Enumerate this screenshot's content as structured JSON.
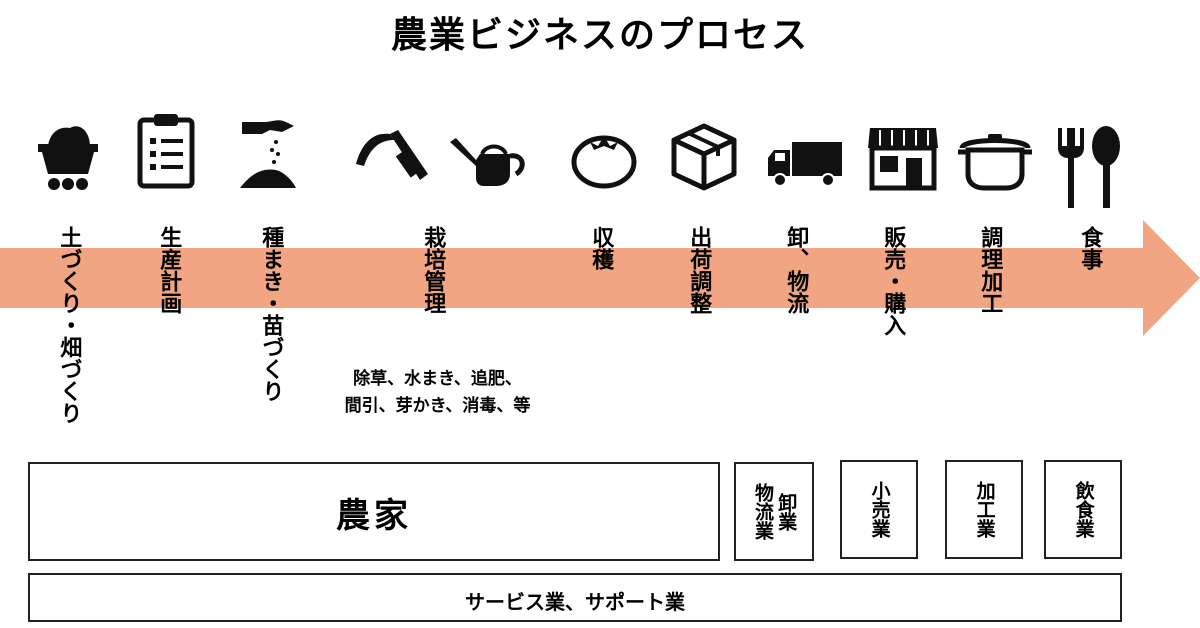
{
  "title": "農業ビジネスのプロセス",
  "arrow_color": "#F2A582",
  "steps": [
    {
      "label": "土づくり・畑づくり",
      "icon": "mine-cart-soil-icon"
    },
    {
      "label": "生産計画",
      "icon": "clipboard-checklist-icon"
    },
    {
      "label": "種まき・苗づくり",
      "icon": "hand-sowing-seeds-icon"
    },
    {
      "label": "栽培管理",
      "icons": [
        "sickle-icon",
        "watering-can-icon"
      ],
      "note_lines": [
        "除草、水まき、追肥、",
        "間引、芽かき、消毒、等"
      ]
    },
    {
      "label": "収穫",
      "icon": "tomato-icon"
    },
    {
      "label": "出荷調整",
      "icon": "cardboard-box-icon"
    },
    {
      "label": "卸、物流",
      "icon": "delivery-truck-icon"
    },
    {
      "label": "販売・購入",
      "icon": "storefront-icon"
    },
    {
      "label": "調理加工",
      "icon": "cooking-pot-icon"
    },
    {
      "label": "食事",
      "icon": "fork-and-spoon-icon"
    }
  ],
  "boxes": {
    "farmer": "農家",
    "wholesale_cols": [
      "卸業",
      "物流業"
    ],
    "retail": "小売業",
    "processing": "加工業",
    "restaurant": "飲食業",
    "services": "サービス業、サポート業"
  }
}
